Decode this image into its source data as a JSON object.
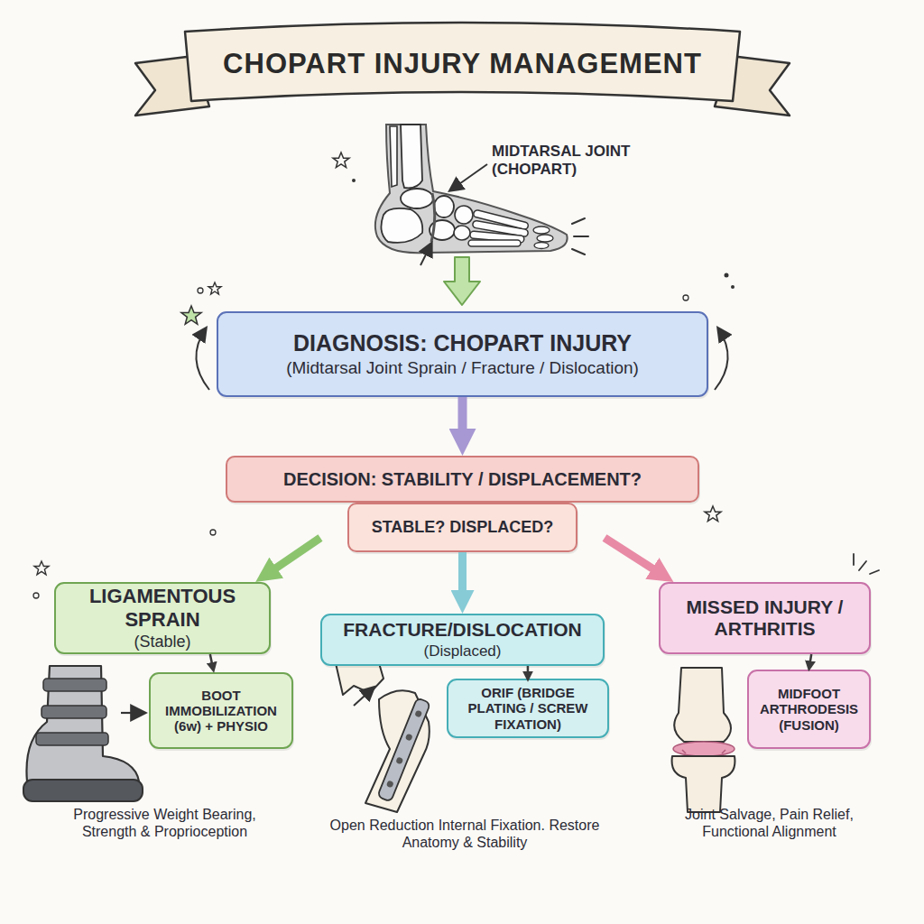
{
  "diagram": {
    "title": "CHOPART INJURY MANAGEMENT",
    "nodes": [
      {
        "text": [
          "DIAGNOSIS: CHOPART INJURY",
          "(Midtarsal Joint Sprain / Fracture / Dislocation)"
        ]
      },
      {
        "text": [
          "DECISION: STABILITY / DISPLACEMENT?",
          "STABLE? DISPLACED?"
        ]
      },
      {
        "text": [
          "LIGAMENTOUS SPRAIN",
          "(Stable)"
        ]
      },
      {
        "text": [
          "FRACTURE/DISLOCATION",
          "(Displaced)"
        ]
      },
      {
        "text": [
          "MISSED INJURY / ARTHRITIS"
        ]
      },
      {
        "text": [
          "BOOT IMMOBILIZATION (6w) + PHYSIO"
        ]
      },
      {
        "text": [
          "ORIF (BRIDGE PLATING / SCREW FIXATION)"
        ]
      },
      {
        "text": [
          "MIDFOOT ARTHRODESIS (FUSION)"
        ]
      }
    ],
    "edges": [
      {
        "from": 0,
        "to": 1,
        "arrow": "to"
      },
      {
        "from": 1,
        "to": 2,
        "arrow": "to"
      },
      {
        "from": 1,
        "to": 3,
        "arrow": "to"
      },
      {
        "from": 1,
        "to": 4,
        "arrow": "to"
      },
      {
        "from": 2,
        "to": 5,
        "arrow": "to"
      },
      {
        "from": 3,
        "to": 6,
        "arrow": "to"
      },
      {
        "from": 4,
        "to": 7,
        "arrow": "to"
      }
    ],
    "labels": [
      "MIDTARSAL JOINT (CHOPART)",
      "Progressive Weight Bearing, Strength & Proprioception",
      "Open Reduction Internal Fixation. Restore Anatomy & Stability",
      "Joint Salvage, Pain Relief, Functional Alignment"
    ]
  }
}
